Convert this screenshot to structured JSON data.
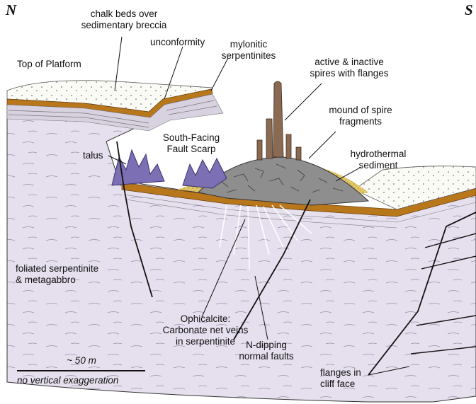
{
  "compass": {
    "north": "N",
    "south": "S"
  },
  "labels": {
    "chalk_beds": "chalk beds over\nsedimentary breccia",
    "top_of_platform": "Top of Platform",
    "unconformity": "unconformity",
    "mylonitic": "mylonitic\nserpentinites",
    "spires": "active & inactive\nspires with flanges",
    "mound": "mound of spire\nfragments",
    "scarp": "South-Facing\nFault Scarp",
    "hydrothermal": "hydrothermal\nsediment",
    "talus": "talus",
    "foliated": "foliated serpentinite\n& metagabbro",
    "ophicalcite": "Ophicalcite:\nCarbonate net veins\nin serpentinite",
    "faults": "N-dipping\nnormal faults",
    "flanges_cliff": "flanges in\ncliff face"
  },
  "scale": {
    "distance": "~ 50 m",
    "note": "no vertical exaggeration"
  },
  "colors": {
    "background": "#ffffff",
    "serpentinite": "#e6e0ee",
    "chalk": "#fbfbf6",
    "breccia_band": "#b9771c",
    "talus": "#7d6fb4",
    "mound": "#8e8e8e",
    "spire": "#8a6a52",
    "sediment": "#e2c86a",
    "line": "#111111"
  }
}
